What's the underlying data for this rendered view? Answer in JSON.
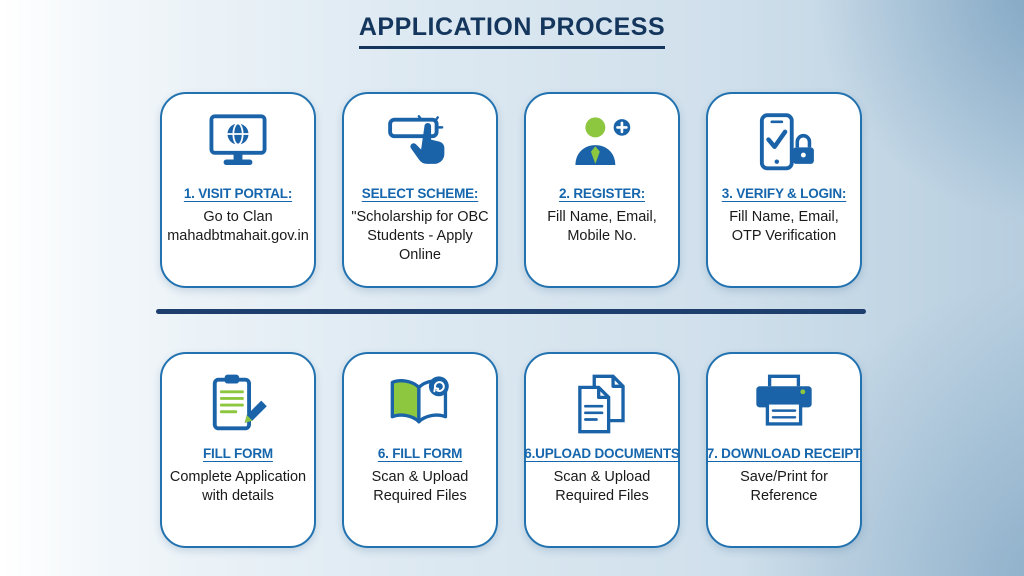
{
  "title": "APPLICATION PROCESS",
  "colors": {
    "accent_blue": "#1b63a8",
    "accent_green": "#8dc63f",
    "title_navy": "#14365c",
    "card_border": "#2272b0",
    "divider": "#1e3f6d"
  },
  "cards": [
    {
      "icon": "monitor-globe-icon",
      "heading": "1. VISIT PORTAL:",
      "description": "Go to Clan mahadbtmahait.gov.in"
    },
    {
      "icon": "cursor-click-icon",
      "heading": "SELECT SCHEME:",
      "description": "\"Scholarship for OBC Students - Apply Online"
    },
    {
      "icon": "user-add-icon",
      "heading": "2. REGISTER:",
      "description": "Fill Name, Email, Mobile No."
    },
    {
      "icon": "phone-verify-icon",
      "heading": "3. VERIFY & LOGIN:",
      "description": "Fill Name, Email, OTP Verification"
    },
    {
      "icon": "clipboard-pencil-icon",
      "heading": "FILL FORM",
      "description": "Complete Application with details"
    },
    {
      "icon": "open-book-icon",
      "heading": "6. FILL FORM",
      "description": "Scan & Upload Required Files"
    },
    {
      "icon": "documents-icon",
      "heading": "6.UPLOAD DOCUMENTS",
      "description": "Scan & Upload Required Files"
    },
    {
      "icon": "printer-icon",
      "heading": "7. DOWNLOAD RECEIPT",
      "description": "Save/Print for Reference"
    }
  ]
}
